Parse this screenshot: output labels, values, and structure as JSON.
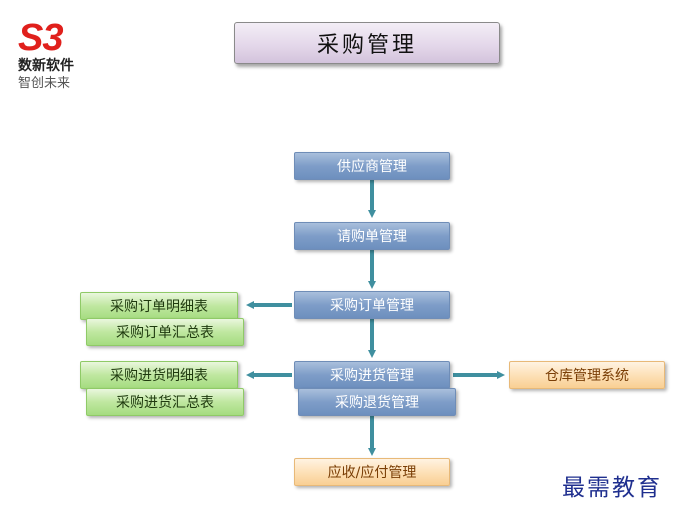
{
  "logo": {
    "mark": "S3",
    "name": "数新软件",
    "slogan": "智创未来"
  },
  "title": "采购管理",
  "flow": {
    "supplier": "供应商管理",
    "requisition": "请购单管理",
    "order": "采购订单管理",
    "receipt": "采购进货管理",
    "return": "采购退货管理",
    "ar_ap": "应收/应付管理",
    "order_detail": "采购订单明细表",
    "order_summary": "采购订单汇总表",
    "receipt_detail": "采购进货明细表",
    "receipt_summary": "采购进货汇总表",
    "warehouse": "仓库管理系统"
  },
  "colors": {
    "arrow": "#3f8f9f",
    "primary": "#7e9dc8",
    "report": "#bfe7a0",
    "external": "#fde1b8"
  },
  "watermark": "最需教育"
}
